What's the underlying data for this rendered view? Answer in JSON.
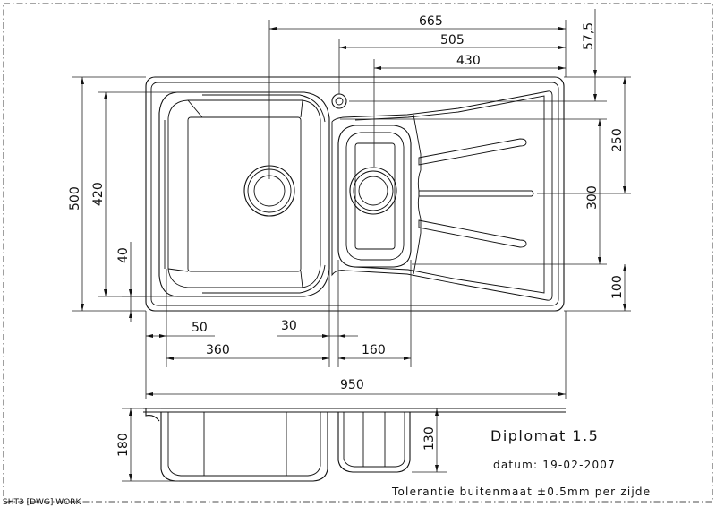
{
  "title_block": {
    "product": "Diplomat 1.5",
    "date": "datum: 19-02-2007",
    "tolerance": "Tolerantie buitenmaat ±0.5mm per zijde",
    "sheet_label": "SHT3 [DWG] WORK"
  },
  "dimensions": {
    "d665": "665",
    "d505": "505",
    "d430": "430",
    "d57_5": "57,5",
    "d250": "250",
    "d300": "300",
    "d100": "100",
    "d500": "500",
    "d420": "420",
    "d40": "40",
    "d50": "50",
    "d30": "30",
    "d360": "360",
    "d160": "160",
    "d950": "950",
    "d180": "180",
    "d130": "130"
  }
}
